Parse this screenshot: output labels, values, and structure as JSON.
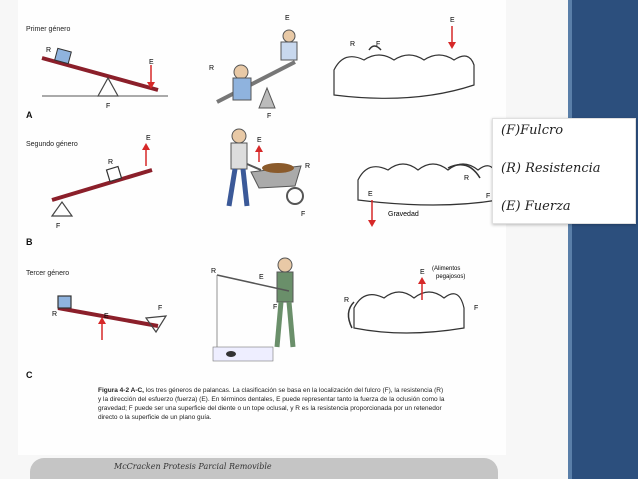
{
  "figure": {
    "rows": [
      {
        "title": "Primer género",
        "letter": "A"
      },
      {
        "title": "Segundo género",
        "letter": "B"
      },
      {
        "title": "Tercer género",
        "letter": "C"
      }
    ],
    "labels": {
      "R": "R",
      "E": "E",
      "F": "F",
      "gravedad": "Gravedad",
      "alimentos": "(Alimentos\npegajosos)"
    },
    "caption": {
      "lead": "Figura 4-2 A-C,",
      "text": " los tres géneros de palancas. La clasificación se basa en la localización del fulcro (F), la resistencia (R) y la dirección del esfuerzo (fuerza) (E). En términos dentales, E puede representar tanto la fuerza de la oclusión como la gravedad; F puede ser una superficie del diente o un tope oclusal, y R es la resistencia proporcionada por un retenedor directo o la superficie de un plano guía."
    }
  },
  "legend": {
    "items": [
      "(F)Fulcro",
      "(R) Resistencia",
      "(E) Fuerza"
    ]
  },
  "footer": {
    "text": "McCracken Protesis Parcial Removible"
  },
  "colors": {
    "lever": "#8b1f2a",
    "arrow": "#d62828",
    "box": "#8fb3de",
    "stripe": "#2c4f7d"
  }
}
